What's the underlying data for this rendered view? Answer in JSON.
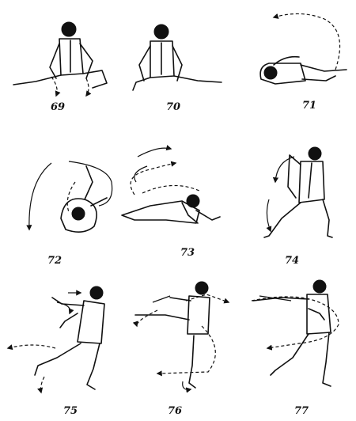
{
  "figures": [
    {
      "number": "69"
    },
    {
      "number": "70"
    },
    {
      "number": "71"
    },
    {
      "number": "72"
    },
    {
      "number": "73"
    },
    {
      "number": "74"
    },
    {
      "number": "75"
    },
    {
      "number": "76"
    },
    {
      "number": "77"
    }
  ],
  "colors": {
    "ink": "#111111",
    "paper": "#ffffff"
  },
  "icons": [
    "motion-arrow-icon",
    "martial-artist-figure"
  ]
}
